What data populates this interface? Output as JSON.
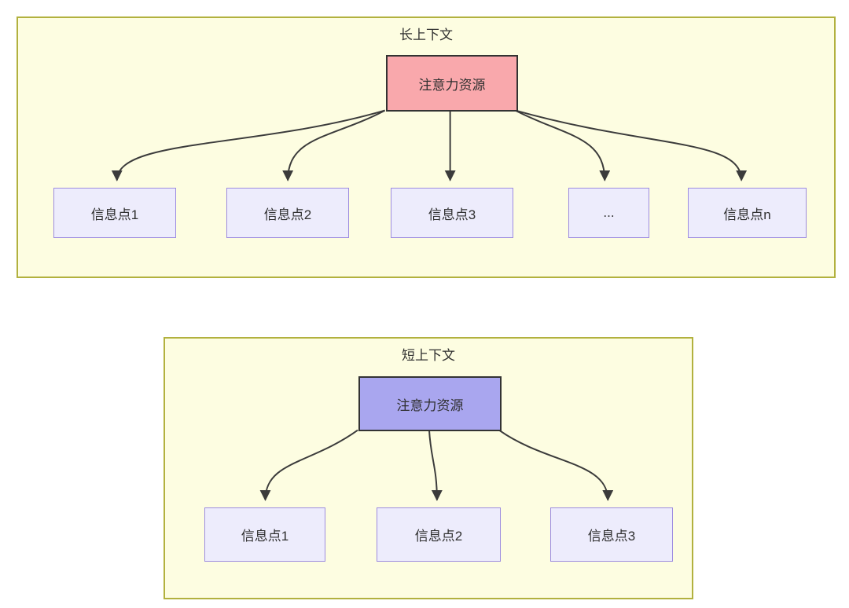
{
  "colors": {
    "panel_bg": "#fdfde1",
    "panel_border": "#b2b13e",
    "hub_pink": "#f9a8ac",
    "hub_purple": "#a9a6ef",
    "hub_border": "#333333",
    "child_bg": "#edecfc",
    "child_border": "#9d8ce0",
    "line": "#3b3b3b",
    "text": "#2f2f2f"
  },
  "long_context": {
    "title": "长上下文",
    "hub": "注意力资源",
    "children": [
      "信息点1",
      "信息点2",
      "信息点3",
      "...",
      "信息点n"
    ]
  },
  "short_context": {
    "title": "短上下文",
    "hub": "注意力资源",
    "children": [
      "信息点1",
      "信息点2",
      "信息点3"
    ]
  }
}
